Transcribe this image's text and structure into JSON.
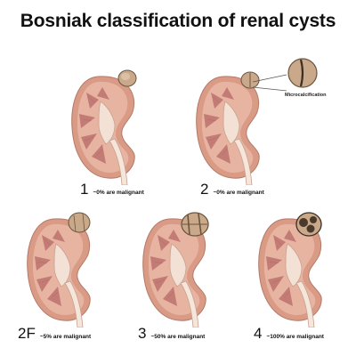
{
  "title": "Bosniak classification of renal cysts",
  "callout_label": "Microcalcification",
  "colors": {
    "kidney_outer": "#d99a86",
    "kidney_cortex": "#e8b4a2",
    "kidney_medulla": "#c27b75",
    "pelvis": "#f3e1d6",
    "ureter": "#f5e6dc",
    "cyst": "#c9a98a",
    "cyst_dark": "#6b5540"
  },
  "panels": [
    {
      "id": "1",
      "number": "1",
      "note": "~0% are malignant"
    },
    {
      "id": "2",
      "number": "2",
      "note": "~0% are malignant"
    },
    {
      "id": "2F",
      "number": "2F",
      "note": "~5% are malignant"
    },
    {
      "id": "3",
      "number": "3",
      "note": "~50% are malignant"
    },
    {
      "id": "4",
      "number": "4",
      "note": "~100% are malignant"
    }
  ]
}
